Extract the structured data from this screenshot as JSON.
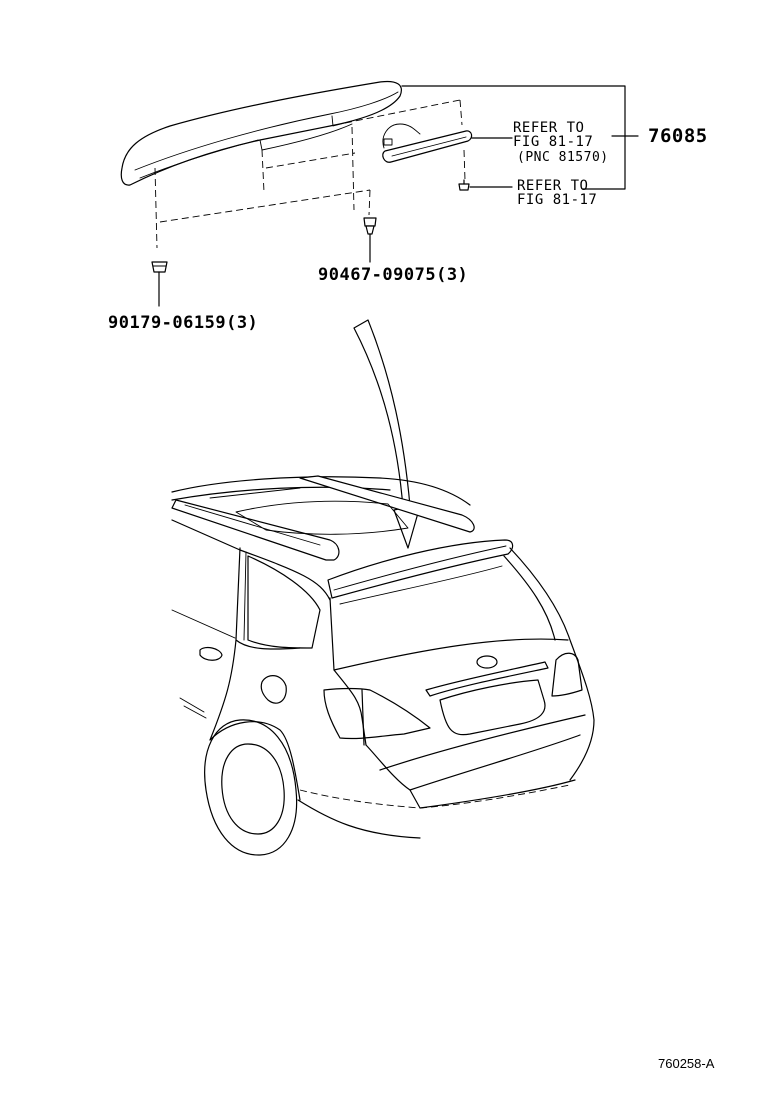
{
  "callouts": {
    "clip_left": "90179-06159(3)",
    "clip_center": "90467-09075(3)",
    "lamp_refer_line1": "REFER TO",
    "lamp_refer_line2": "FIG 81-17",
    "lamp_refer_pnc": "(PNC 81570)",
    "spoiler_assembly": "76085",
    "screw_refer_line1": "REFER TO",
    "screw_refer_line2": "FIG 81-17"
  },
  "figure_id": "760258-A"
}
